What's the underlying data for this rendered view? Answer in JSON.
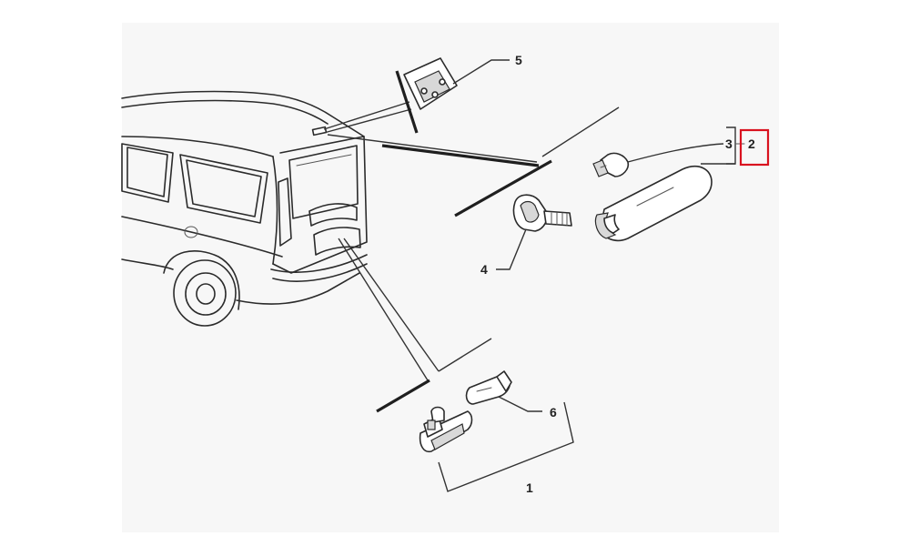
{
  "colors": {
    "background": "#ffffff",
    "panel": "#f7f7f7",
    "line": "#2b2b2b",
    "highlight": "#d9121f"
  },
  "callouts": {
    "c1": "1",
    "c2": "2",
    "c3": "3",
    "c4": "4",
    "c5": "5",
    "c6": "6"
  },
  "highlighted_callout": "2"
}
